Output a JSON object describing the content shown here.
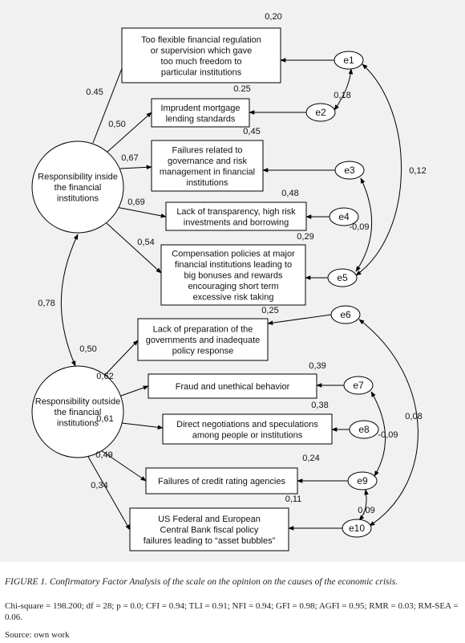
{
  "factors": [
    {
      "id": "f1",
      "lines": [
        "Responsibility inside",
        "the financial",
        "institutions"
      ]
    },
    {
      "id": "f2",
      "lines": [
        "Responsibility outside",
        "the financial",
        "institutions"
      ]
    }
  ],
  "items": [
    {
      "id": "i1",
      "lines": [
        "Too flexible financial regulation",
        "or supervision which gave",
        "too much freedom to",
        "particular institutions"
      ],
      "r2": "0,20",
      "loading": "0.45",
      "error": "e1"
    },
    {
      "id": "i2",
      "lines": [
        "Imprudent mortgage",
        "lending standards"
      ],
      "r2": "0.25",
      "loading": "0,50",
      "error": "e2"
    },
    {
      "id": "i3",
      "lines": [
        "Failures related to",
        "governance and risk",
        "management in financial",
        "institutions"
      ],
      "r2": "0,45",
      "loading": "0,67",
      "error": "e3"
    },
    {
      "id": "i4",
      "lines": [
        "Lack of transparency, high risk",
        "investments and borrowing"
      ],
      "r2": "0,48",
      "loading": "0,69",
      "error": "e4"
    },
    {
      "id": "i5",
      "lines": [
        "Compensation policies at major",
        "financial institutions leading to",
        "big bonuses and rewards",
        "encouraging short term",
        "excessive risk  taking"
      ],
      "r2": "0,29",
      "loading": "0,54",
      "error": "e5"
    },
    {
      "id": "i6",
      "lines": [
        "Lack of preparation of the",
        "governments and inadequate",
        "policy response"
      ],
      "r2": "0,25",
      "loading": "0,50",
      "error": "e6"
    },
    {
      "id": "i7",
      "lines": [
        "Fraud and unethical behavior"
      ],
      "r2": "0,39",
      "loading": "0,62",
      "error": "e7"
    },
    {
      "id": "i8",
      "lines": [
        "Direct negotiations and speculations",
        "among people or institutions"
      ],
      "r2": "0,38",
      "loading": "0,61",
      "error": "e8"
    },
    {
      "id": "i9",
      "lines": [
        "Failures of credit rating agencies"
      ],
      "r2": "0,24",
      "loading": "0,49",
      "error": "e9"
    },
    {
      "id": "i10",
      "lines": [
        "US Federal and European",
        "Central Bank fiscal policy",
        "failures leading to “asset bubbles”"
      ],
      "r2": "0,11",
      "loading": "0,34",
      "error": "e10"
    }
  ],
  "factor_correlation": "0,78",
  "error_covariances": [
    {
      "from": "e1",
      "to": "e2",
      "value": "0,18"
    },
    {
      "from": "e1",
      "to": "e5",
      "value": "0,12"
    },
    {
      "from": "e3",
      "to": "e5",
      "value": "-0,09"
    },
    {
      "from": "e6",
      "to": "e10",
      "value": "0,08"
    },
    {
      "from": "e7",
      "to": "e9",
      "value": "-0,09"
    },
    {
      "from": "e9",
      "to": "e10",
      "value": "0,09"
    }
  ],
  "caption": {
    "title": "FIGURE 1. Confirmatory Factor Analysis of the scale on the opinion on the causes of the economic crisis.",
    "stats": "Chi-square = 198.200; df = 28; p = 0.0; CFI = 0.94; TLI = 0.91; NFI = 0.94; GFI = 0.98; AGFI = 0.95; RMR = 0.03; RM-SEA = 0.06.",
    "source": "Source: own work"
  }
}
